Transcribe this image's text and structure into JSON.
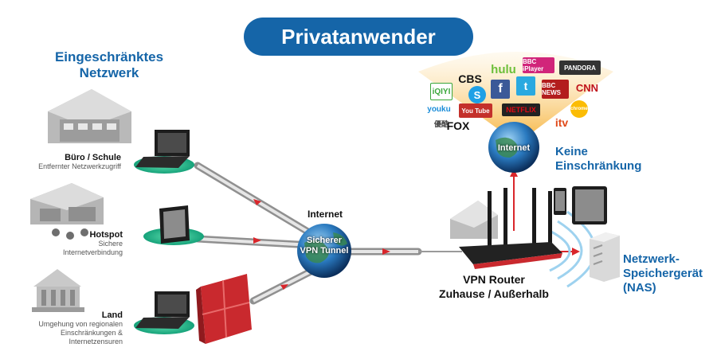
{
  "title": "Privatanwender",
  "panel": {
    "title_line1": "Eingeschränktes",
    "title_line2": "Netzwerk",
    "items": [
      {
        "label": "Büro / Schule",
        "desc": [
          "Entfernter Netzwerkzugriff"
        ]
      },
      {
        "label": "Hotspot",
        "desc": [
          "Sichere",
          "Internetverbindung"
        ]
      },
      {
        "label": "Land",
        "desc": [
          "Umgehung von regionalen",
          "Einschränkungen &",
          "Internetzensuren"
        ]
      }
    ]
  },
  "internet_label": "Internet",
  "vpn_globe": {
    "line1": "Sicherer",
    "line2": "VPN Tunnel"
  },
  "router": {
    "line1": "VPN Router",
    "line2": "Zuhause / Außerhalb"
  },
  "top_globe_label": "Internet",
  "unrestricted": {
    "line1": "Keine",
    "line2": "Einschränkung"
  },
  "nas": {
    "line1": "Netzwerk-",
    "line2": "Speichergerät",
    "line3": "(NAS)"
  },
  "logos": [
    "iQIYI",
    "CBS",
    "hulu",
    "BBC iPlayer",
    "PANDORA",
    "youku",
    "S",
    "f",
    "t",
    "BBC NEWS",
    "CNN",
    "優酷",
    "You Tube",
    "NETFLIX",
    "chrome",
    "FOX",
    "itv"
  ],
  "colors": {
    "brand_blue": "#1565a8",
    "panel_bg": "#d8ebf7",
    "arrow_red": "#d9262b"
  }
}
